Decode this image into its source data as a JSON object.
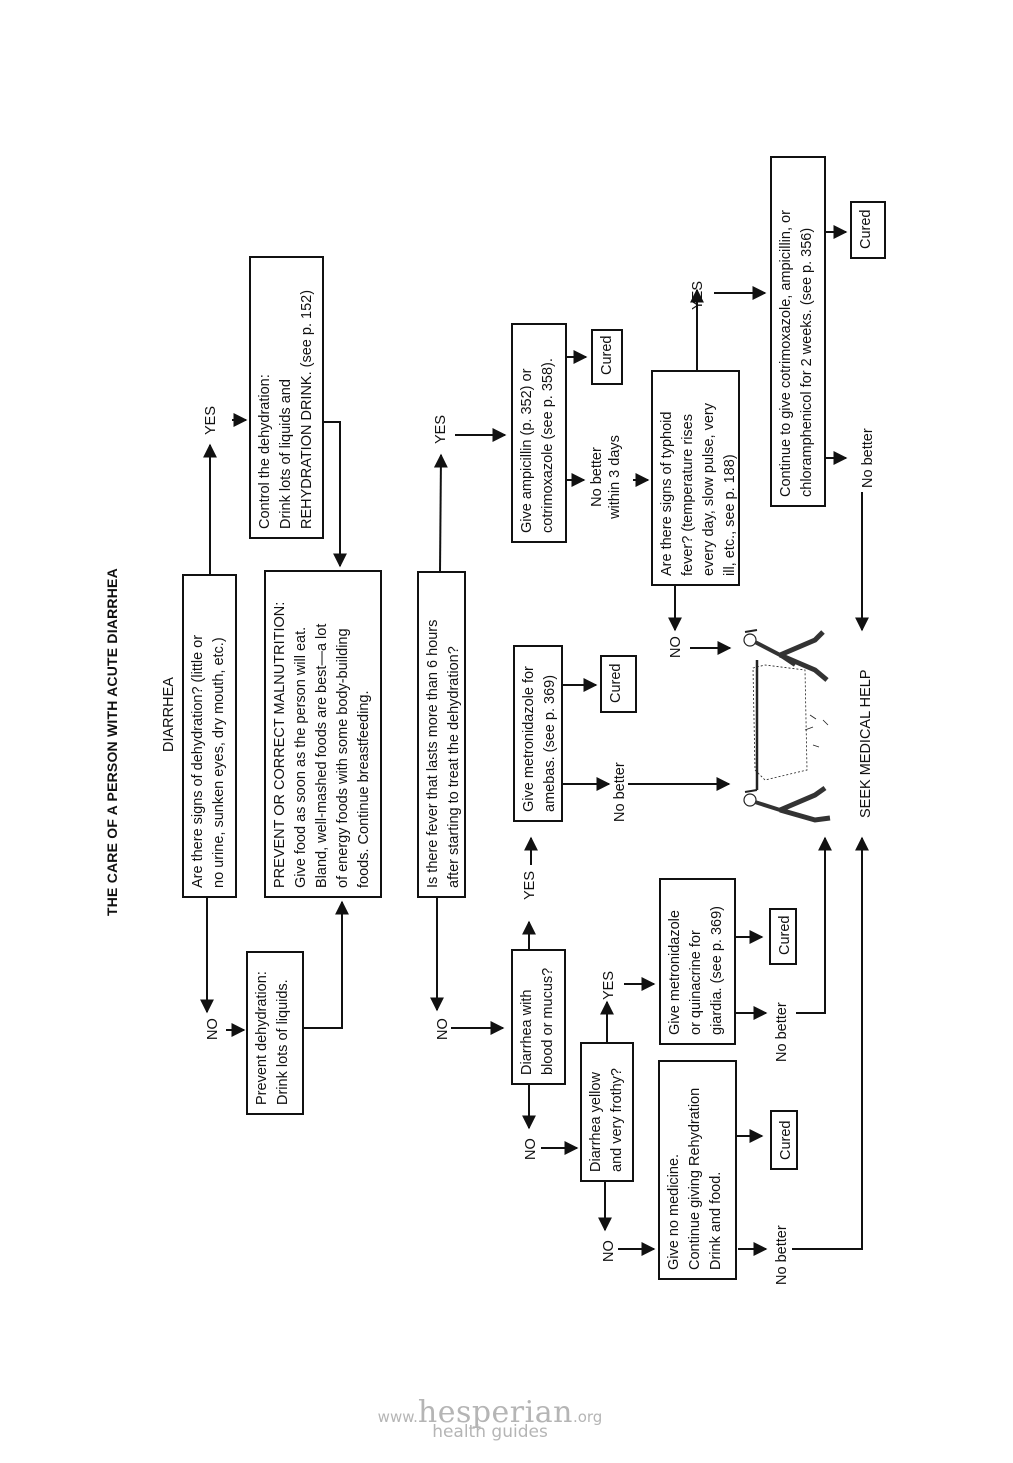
{
  "page": {
    "title": "THE CARE OF A PERSON WITH ACUTE DIARRHEA",
    "orientation_note": "rotated"
  },
  "flowchart": {
    "start": "DIARRHEA",
    "nodes": {
      "dehydration_q": "Are there signs of dehydration? (little or\nno urine, sunken eyes, dry mouth, etc.)",
      "control_dehydration": "Control the dehydration:\nDrink lots of liquids and\nREHYDRATION DRINK. (see p. 152)",
      "prevent_dehydration": "Prevent dehydration:\nDrink lots of liquids.",
      "malnutrition": "PREVENT OR CORRECT MALNUTRITION:\nGive food as soon as the person will eat.\nBland, well-mashed foods are best—a lot\nof energy foods with some body-building\nfoods. Continue breastfeeding.",
      "fever_q": "Is there fever that lasts more than 6 hours\nafter starting to treat the dehydration?",
      "ampicillin": "Give ampicillin (p. 352) or\ncotrimoxazole (see p. 358).",
      "typhoid_q": "Are there signs of typhoid\nfever? (temperature rises\nevery day, slow pulse, very\nill, etc., see p. 188)",
      "continue_abx": "Continue to give cotrimoxazole, ampicillin, or\nchloramphenicol for 2 weeks. (see p. 356)",
      "blood_q": "Diarrhea with\nblood or mucus?",
      "metronidazole_amebas": "Give metronidazole for\namebas. (see p. 369)",
      "yellow_q": "Diarrhea yellow\nand very frothy?",
      "giardia": "Give metronidazole\nor quinacrine for\ngiardia. (see p. 369)",
      "no_medicine": "Give no medicine.\nContinue giving Rehydration\nDrink and food.",
      "seek_help": "SEEK MEDICAL HELP"
    },
    "labels": {
      "yes": "YES",
      "no": "NO",
      "cured": "Cured",
      "no_better": "No better",
      "no_better_3days": "No better\nwithin 3 days"
    }
  },
  "footer": {
    "www": "www.",
    "brand": "hesperian",
    "tld": ".org",
    "subtitle": "health guides"
  },
  "colors": {
    "ink": "#111111",
    "watermark": "#b5b5b5",
    "background": "#ffffff"
  }
}
